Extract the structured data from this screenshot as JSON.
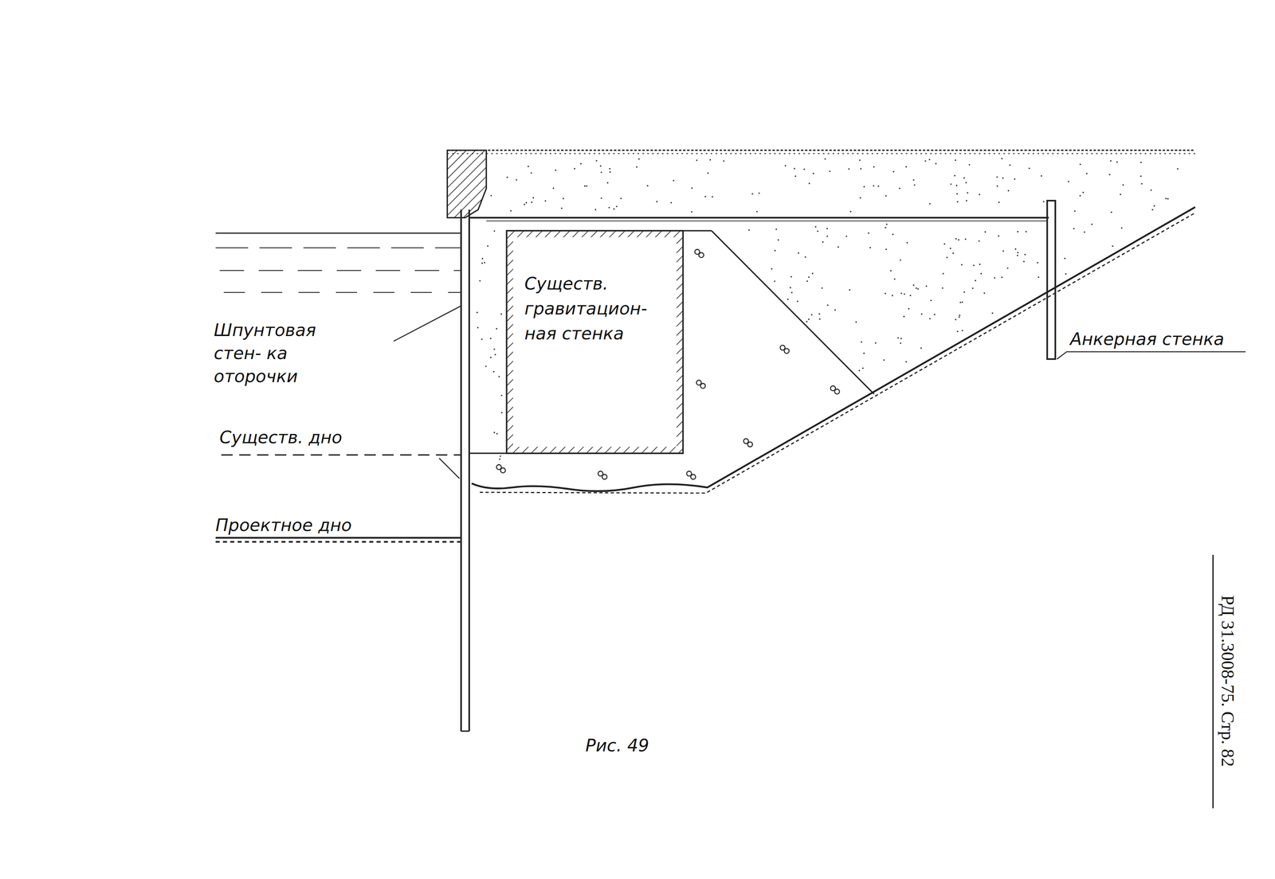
{
  "diagram": {
    "caption": "Рис. 49",
    "nodes": [
      {
        "text": [
          "Существ. гравитацион- ная стенка"
        ]
      }
    ],
    "labels": [
      "Шпунтовая стен- ка оторочки",
      "Существ. дно",
      "Проектное дно",
      "Анкерная стенка",
      "РД 31.3008-75. Стр. 82"
    ]
  }
}
